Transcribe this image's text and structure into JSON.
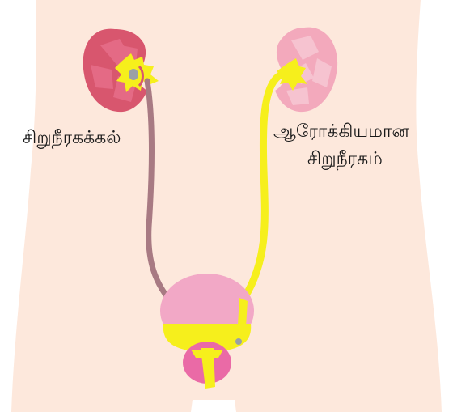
{
  "labels": {
    "kidney_stone": "சிறுநீரகக்கல்",
    "healthy_kidney_line1": "ஆரோக்கியமான",
    "healthy_kidney_line2": "சிறுநீரகம்"
  },
  "colors": {
    "body": "#fde8dc",
    "kidney": "#d8566e",
    "kidney_inner": "#e46a85",
    "kidney_light": "#f3a9bc",
    "kidney_light_inner": "#f6c3d0",
    "bladder": "#f2a8c6",
    "prostate": "#ea6aa6",
    "urine": "#f6ef1c",
    "blocked_ureter": "#a87a83",
    "stone": "#9aa0a6"
  }
}
